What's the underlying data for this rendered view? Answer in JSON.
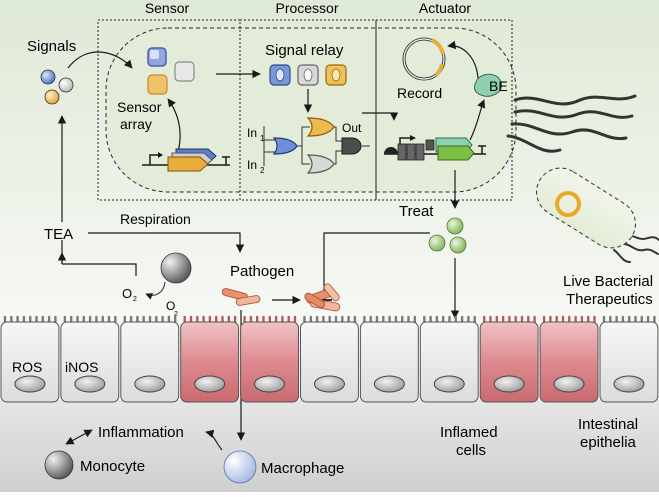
{
  "headers": {
    "sensor": "Sensor",
    "processor": "Processor",
    "actuator": "Actuator"
  },
  "labels": {
    "signals": "Signals",
    "sensor_array_1": "Sensor",
    "sensor_array_2": "array",
    "signal_relay": "Signal relay",
    "in1": "In",
    "in1_sub": "1",
    "in2": "In",
    "in2_sub": "2",
    "out": "Out",
    "record": "Record",
    "be": "BE",
    "tea": "TEA",
    "respiration": "Respiration",
    "treat": "Treat",
    "pathogen": "Pathogen",
    "o2_a": "O",
    "o2_a_sub": "2",
    "o2_b": "O",
    "o2_b_sub": "2",
    "live_bt_1": "Live Bacterial",
    "live_bt_2": "Therapeutics",
    "ros": "ROS",
    "inos": "iNOS",
    "inflammation": "Inflammation",
    "monocyte": "Monocyte",
    "macrophage": "Macrophage",
    "inflamed_1": "Inflamed",
    "inflamed_2": "cells",
    "intestinal_1": "Intestinal",
    "intestinal_2": "epithelia"
  },
  "colors": {
    "bg_top": "#e4eedd",
    "cell_grey": "#e8e8e8",
    "cell_red": "#d9767d",
    "signal_blue": "#6d86c6",
    "signal_orange": "#e9b24a",
    "treat_green": "#8fc06a",
    "pathogen": "#e9a07e",
    "macrophage": "#c9d6ee",
    "monocyte": "#8a8a8a"
  }
}
